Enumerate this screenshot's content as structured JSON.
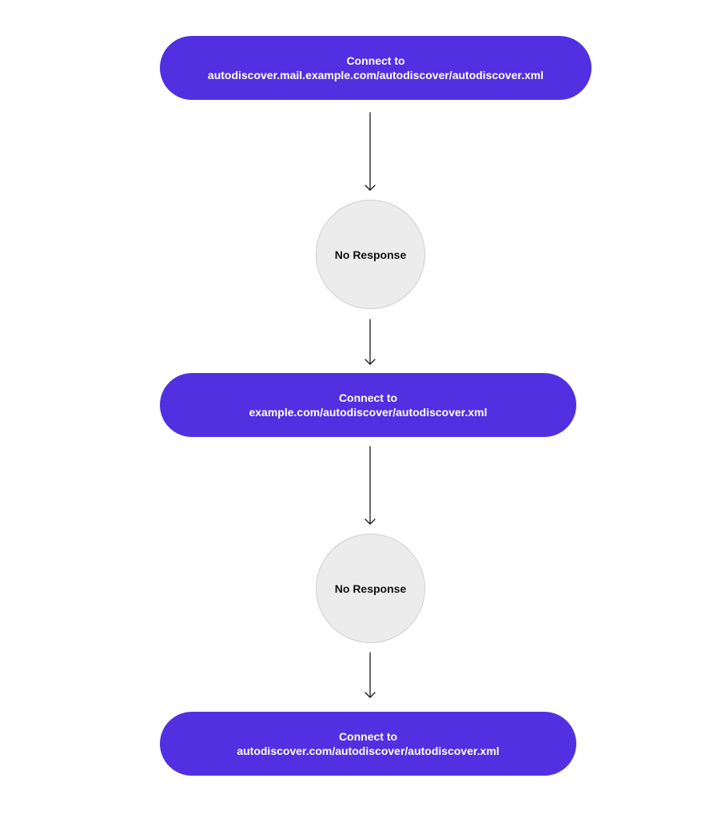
{
  "diagram": {
    "nodes": [
      {
        "id": "node-1",
        "shape": "pill",
        "line1": "Connect to",
        "line2": "autodiscover.mail.example.com/autodiscover/autodiscover.xml"
      },
      {
        "id": "node-2",
        "shape": "circle",
        "label": "No Response"
      },
      {
        "id": "node-3",
        "shape": "pill",
        "line1": "Connect to",
        "line2": "example.com/autodiscover/autodiscover.xml"
      },
      {
        "id": "node-4",
        "shape": "circle",
        "label": "No Response"
      },
      {
        "id": "node-5",
        "shape": "pill",
        "line1": "Connect to",
        "line2": "autodiscover.com/autodiscover/autodiscover.xml"
      }
    ],
    "edges": [
      {
        "from": "node-1",
        "to": "node-2"
      },
      {
        "from": "node-2",
        "to": "node-3"
      },
      {
        "from": "node-3",
        "to": "node-4"
      },
      {
        "from": "node-4",
        "to": "node-5"
      }
    ],
    "colors": {
      "pill_fill": "#5030e0",
      "pill_text": "#ffffff",
      "circle_fill": "#ececec",
      "circle_stroke": "#cfcfcf",
      "circle_text": "#111111",
      "arrow": "#1a1a1a"
    }
  }
}
